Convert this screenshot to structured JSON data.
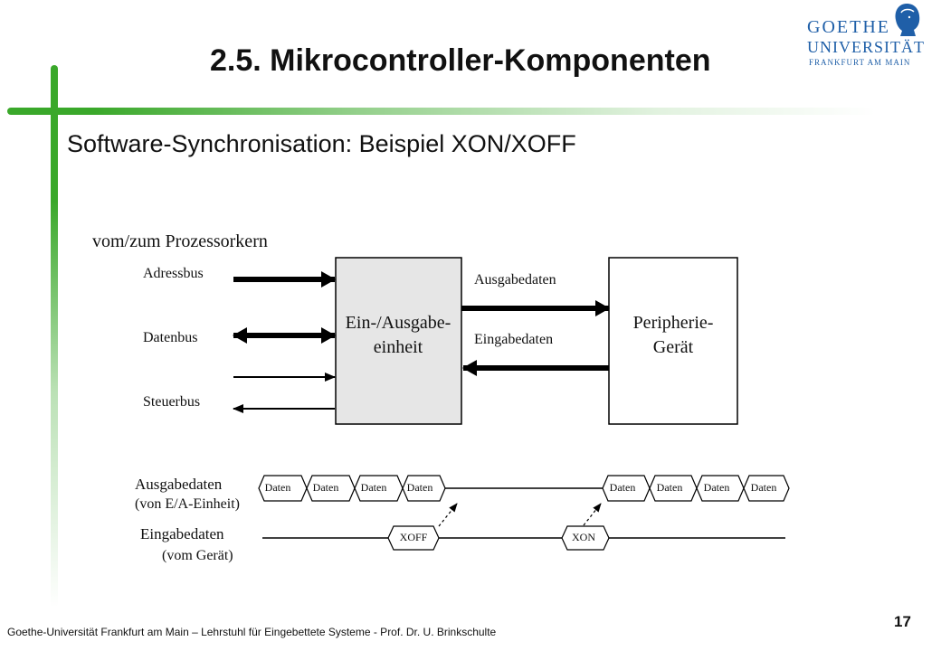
{
  "slide": {
    "title": "2.5. Mikrocontroller-Komponenten",
    "subtitle": "Software-Synchronisation: Beispiel XON/XOFF"
  },
  "logo": {
    "line1": "GOETHE",
    "line2": "UNIVERSITÄT",
    "line3": "FRANKFURT AM MAIN",
    "color": "#1f5fa8"
  },
  "block_diagram": {
    "source_label": "vom/zum Prozessorkern",
    "bus_labels": [
      "Adressbus",
      "Datenbus",
      "Steuerbus"
    ],
    "io_unit": [
      "Ein-/Ausgabe-",
      "einheit"
    ],
    "device": [
      "Peripherie-",
      "Gerät"
    ],
    "out_label": "Ausgabedaten",
    "in_label": "Eingabedaten",
    "io_fill": "#e6e6e6"
  },
  "timing": {
    "out_label": "Ausgabedaten",
    "out_sublabel": "(von E/A-Einheit)",
    "in_label": "Eingabedaten",
    "in_sublabel": "(vom Gerät)",
    "out_packets": [
      "Daten",
      "Daten",
      "Daten",
      "Daten",
      "Daten",
      "Daten",
      "Daten",
      "Daten"
    ],
    "in_packets": [
      "XOFF",
      "XON"
    ]
  },
  "footer": {
    "text": "Goethe-Universität Frankfurt am Main – Lehrstuhl für Eingebettete Systeme - Prof. Dr. U. Brinkschulte",
    "page": "17"
  },
  "colors": {
    "accent_green": "#3aa82a"
  }
}
